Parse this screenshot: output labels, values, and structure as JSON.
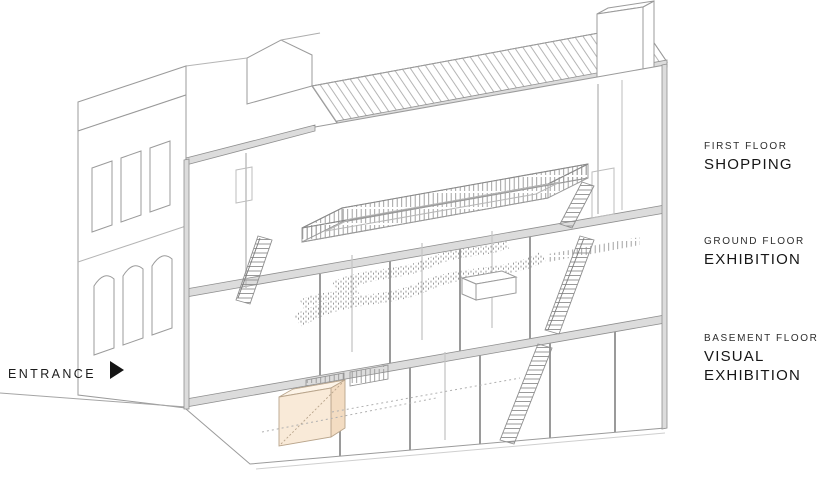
{
  "diagram": {
    "type": "axonometric-building-section",
    "entrance": {
      "label": "ENTRANCE"
    },
    "floors": [
      {
        "id": "first",
        "level_label": "FIRST FLOOR",
        "program": "SHOPPING"
      },
      {
        "id": "ground",
        "level_label": "GROUND FLOOR",
        "program": "EXHIBITION"
      },
      {
        "id": "basement",
        "level_label": "BASEMENT FLOOR",
        "program": "VISUAL EXHIBITION",
        "program_lines": [
          "VISUAL",
          "EXHIBITION"
        ]
      }
    ],
    "colors": {
      "line": "#9b9b9b",
      "slab": "#dcdcdc",
      "highlight_box": "#f9ead8",
      "text": "#2b2b2b",
      "arrow": "#151515"
    }
  }
}
